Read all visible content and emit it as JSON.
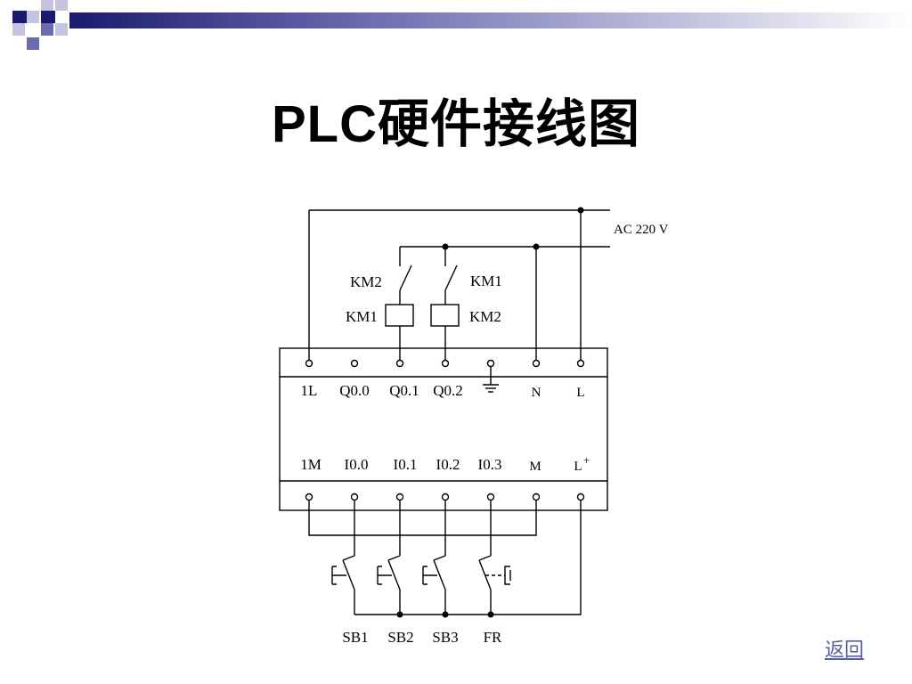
{
  "title": "PLC硬件接线图",
  "supply_label": "AC 220 V",
  "output_terminals": [
    "1L",
    "Q0.0",
    "Q0.1",
    "Q0.2",
    "",
    "N",
    "L"
  ],
  "input_terminals": [
    "1M",
    "I0.0",
    "I0.1",
    "I0.2",
    "I0.3",
    "M",
    "L"
  ],
  "input_l_superscript": "+",
  "contacts": {
    "left": "KM2",
    "right": "KM1"
  },
  "coils": {
    "left": "KM1",
    "right": "KM2"
  },
  "buttons": [
    "SB1",
    "SB2",
    "SB3",
    "FR"
  ],
  "back_link": "返回",
  "colors": {
    "deco_dark": "#1a1a6e",
    "deco_mid": "#6b6bb0",
    "deco_light": "#c4c4e0",
    "link": "#5b5fa0"
  },
  "icons": {
    "ground": "ground-symbol-icon"
  }
}
